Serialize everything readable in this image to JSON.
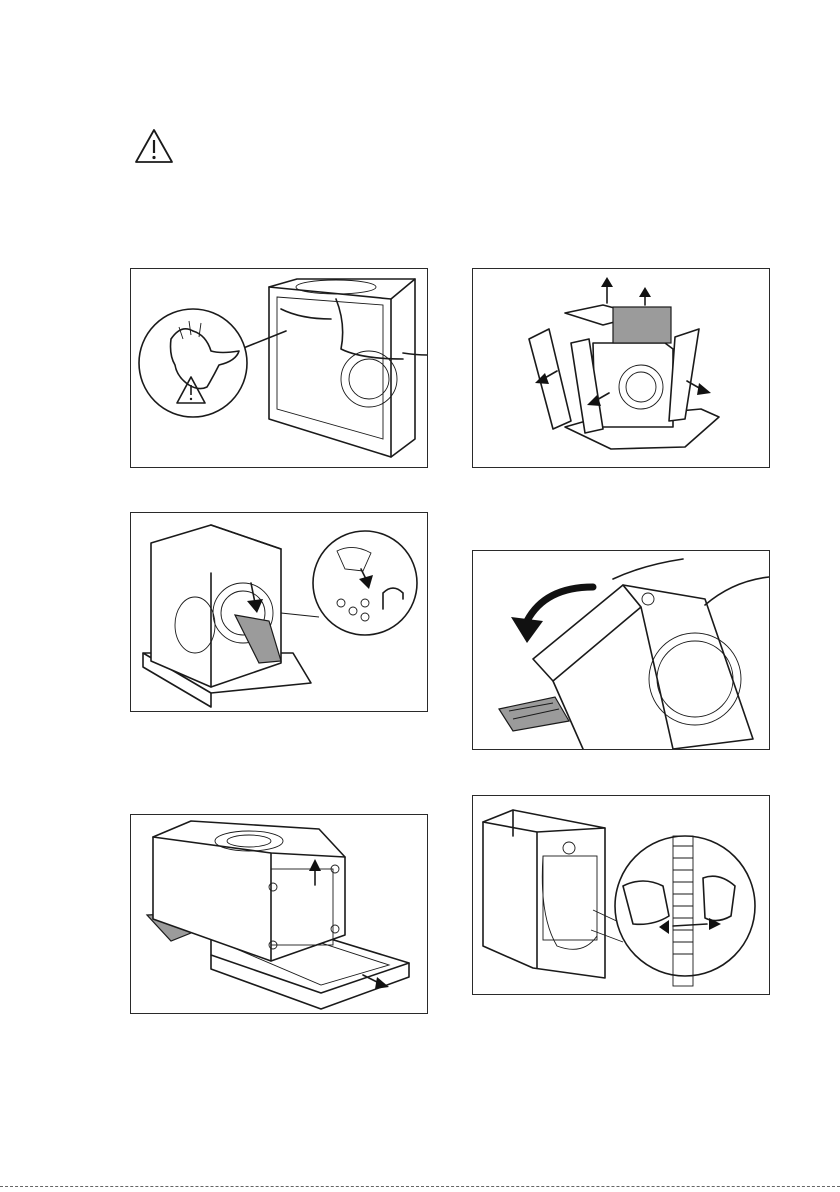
{
  "header": {
    "warning_icon": "warning-triangle-icon"
  },
  "panels": [
    {
      "id": "p1",
      "step": "remove-packaging-film",
      "icons": [
        "gloves-icon",
        "warning-triangle-icon"
      ]
    },
    {
      "id": "p2",
      "step": "remove-top-and-corner-protectors",
      "icons": [
        "arrow-up-icon",
        "arrow-out-icon"
      ]
    },
    {
      "id": "p3",
      "step": "remove-bag-from-drum",
      "icons": [
        "arrow-down-icon"
      ]
    },
    {
      "id": "p4",
      "step": "tilt-appliance-backward",
      "icons": [
        "curved-arrow-icon"
      ]
    },
    {
      "id": "p5",
      "step": "remove-polystyrene-base",
      "icons": [
        "arrow-up-icon",
        "arrow-out-icon"
      ]
    },
    {
      "id": "p6",
      "step": "remove-hose-from-clips",
      "icons": [
        "double-arrow-icon"
      ]
    }
  ],
  "colors": {
    "line": "#1a1a1a",
    "shade": "#9b9b9b",
    "paper": "#ffffff"
  }
}
